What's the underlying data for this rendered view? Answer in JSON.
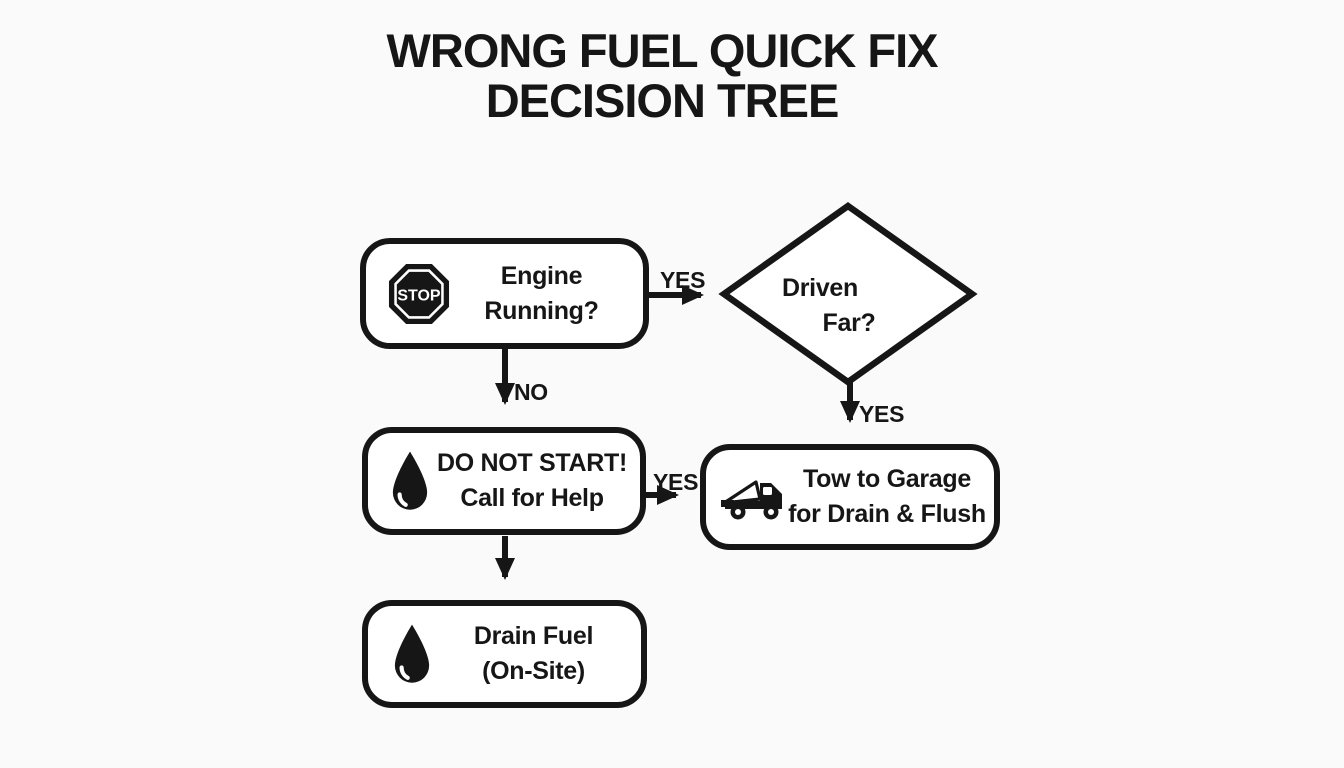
{
  "page": {
    "background": "#fafafa",
    "ink": "#161616",
    "node_fill": "#ffffff"
  },
  "title": {
    "line1": "WRONG FUEL QUICK FIX",
    "line2": "DECISION TREE"
  },
  "nodes": {
    "engine_running": {
      "line1": "Engine",
      "line2": "Running?",
      "icon": "stop-sign-icon",
      "stop_label": "STOP"
    },
    "driven_far": {
      "line1": "Driven",
      "line2": "Far?"
    },
    "do_not_start": {
      "line1": "DO NOT START!",
      "line2": "Call for Help",
      "icon": "fuel-drop-icon"
    },
    "tow_to_garage": {
      "line1": "Tow to Garage",
      "line2": "for Drain & Flush",
      "icon": "tow-truck-icon"
    },
    "drain_fuel": {
      "line1": "Drain Fuel",
      "line2": "(On-Site)",
      "icon": "fuel-drop-icon"
    }
  },
  "edge_labels": {
    "engine_yes": "YES",
    "engine_no": "NO",
    "do_not_start_yes": "YES",
    "driven_far_yes": "YES"
  }
}
